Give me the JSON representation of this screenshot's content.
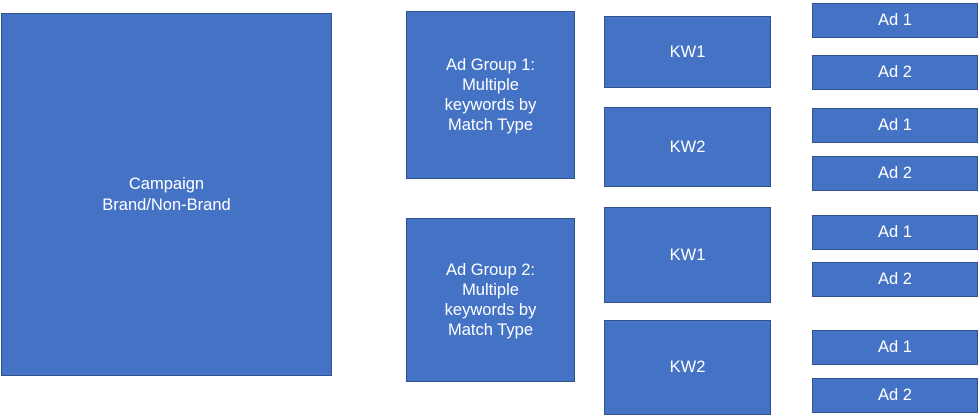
{
  "diagram": {
    "type": "account-structure-hierarchy",
    "colors": {
      "node_fill": "#4472C4",
      "node_border": "#2F528F",
      "node_text": "#FFFFFF",
      "background": "#FFFFFF"
    },
    "levels": [
      {
        "name": "campaign",
        "nodes": [
          {
            "label": "Campaign\nBrand/Non-Brand"
          }
        ]
      },
      {
        "name": "ad-groups",
        "nodes": [
          {
            "label": "Ad Group 1:\nMultiple\nkeywords by\nMatch  Type"
          },
          {
            "label": "Ad Group 2:\nMultiple\nkeywords by\nMatch  Type"
          }
        ]
      },
      {
        "name": "keywords",
        "nodes": [
          {
            "label": "KW1"
          },
          {
            "label": "KW2"
          },
          {
            "label": "KW1"
          },
          {
            "label": "KW2"
          }
        ]
      },
      {
        "name": "ads",
        "nodes": [
          {
            "label": "Ad 1"
          },
          {
            "label": "Ad 2"
          },
          {
            "label": "Ad 1"
          },
          {
            "label": "Ad 2"
          },
          {
            "label": "Ad 1"
          },
          {
            "label": "Ad 2"
          },
          {
            "label": "Ad 1"
          },
          {
            "label": "Ad 2"
          }
        ]
      }
    ]
  }
}
